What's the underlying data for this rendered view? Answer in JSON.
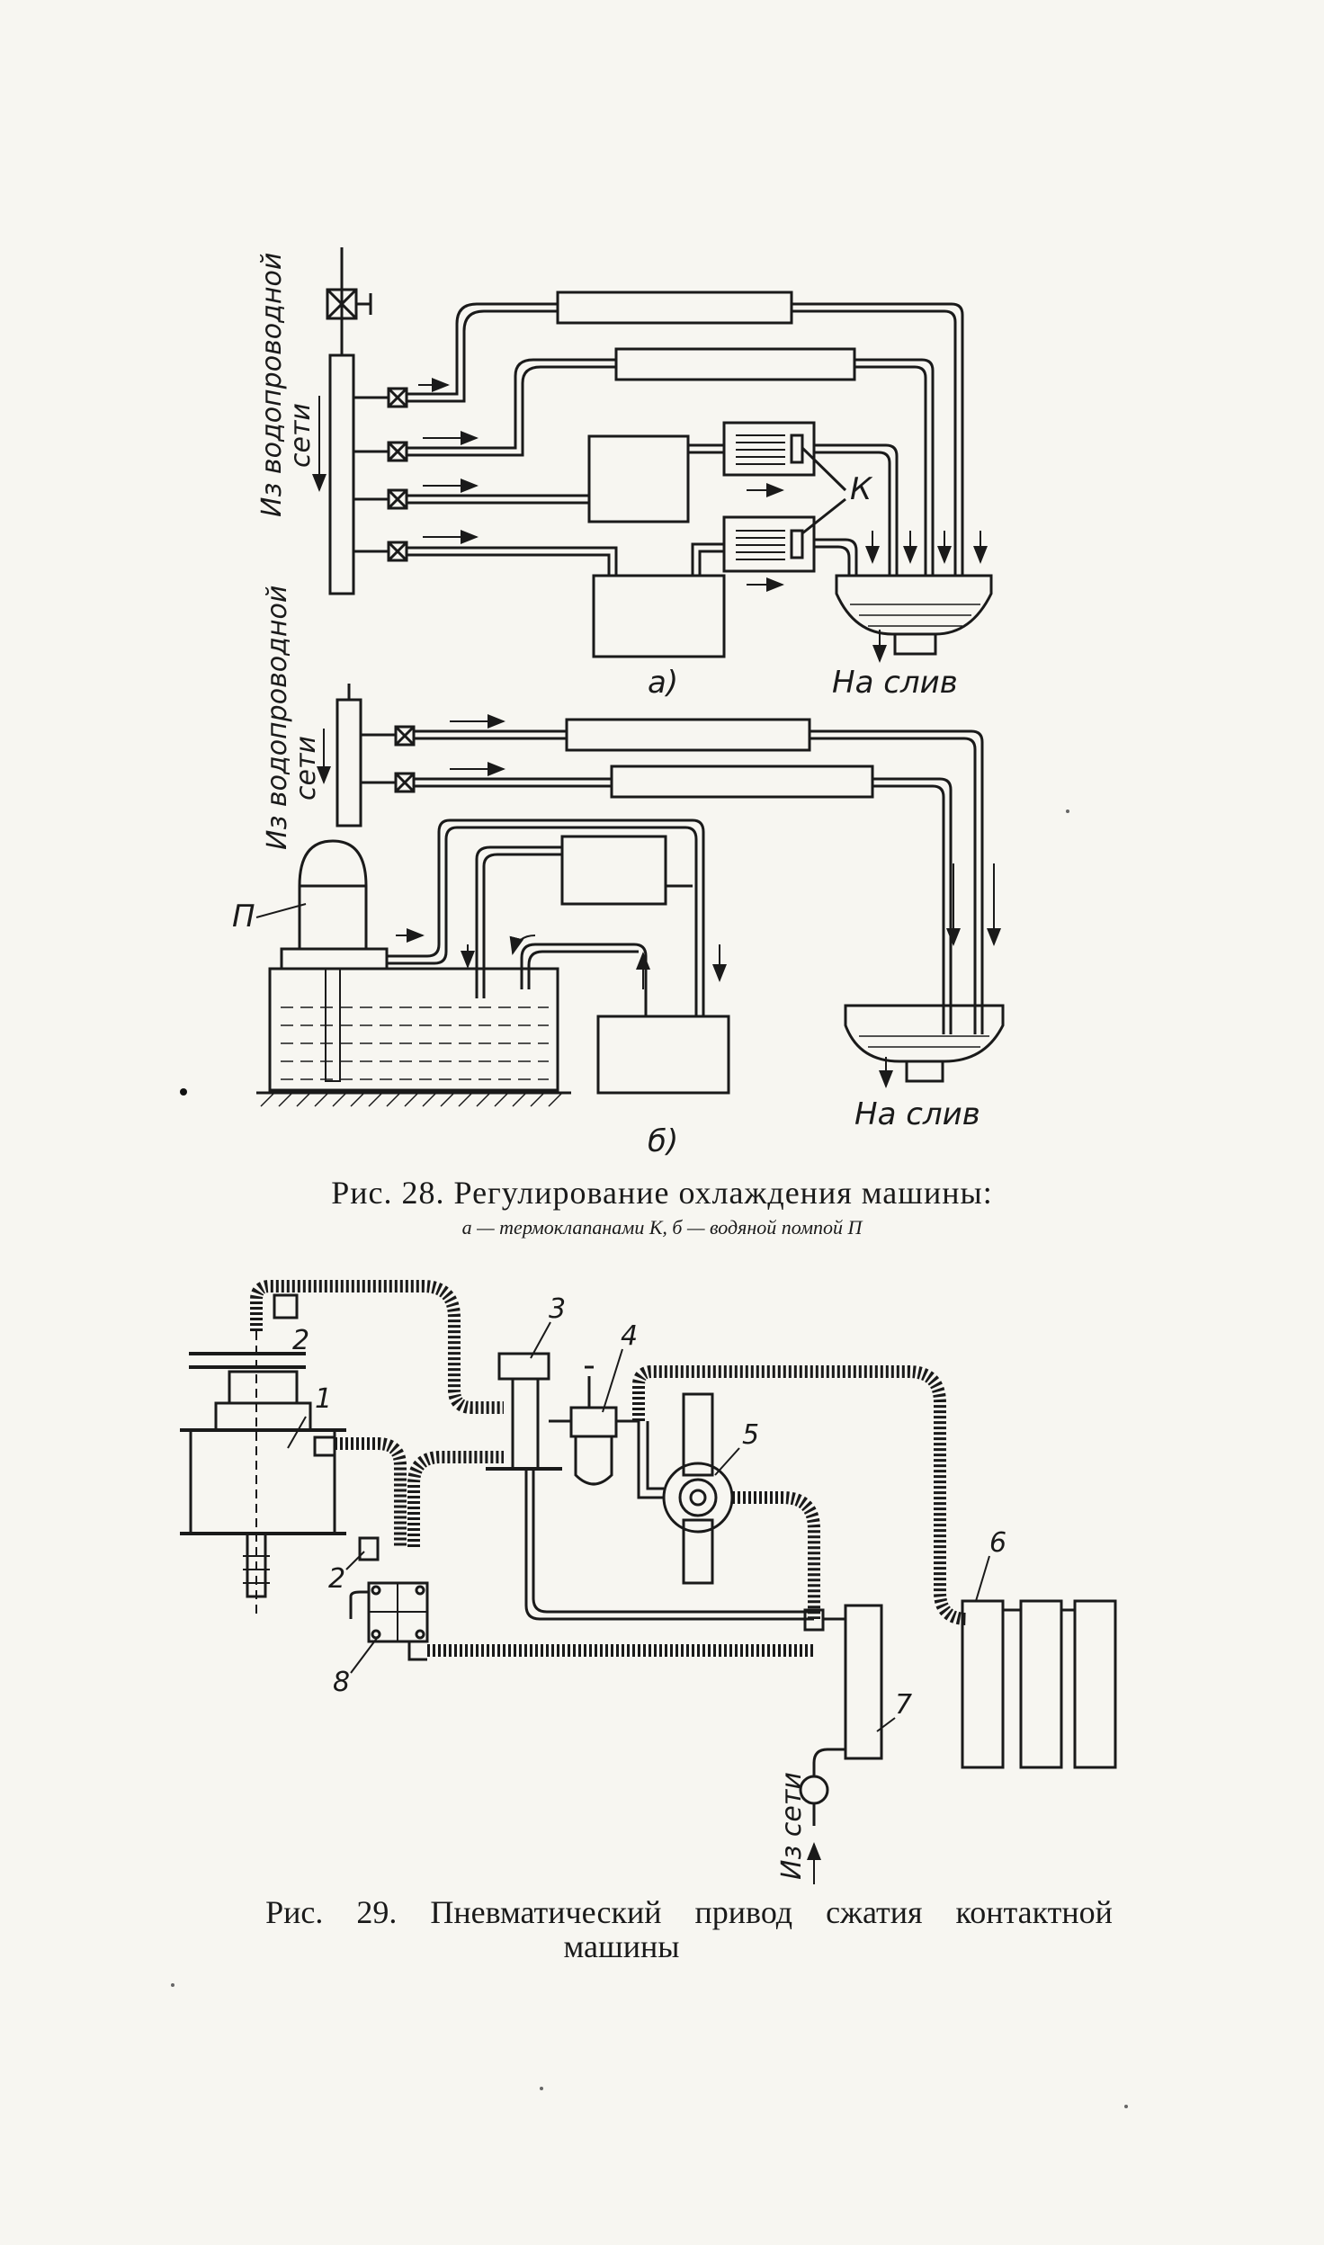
{
  "fig28": {
    "caption": "Рис. 28. Регулирование охлаждения машины:",
    "subcaption": "а — термоклапанами К, б — водяной помпой П",
    "part_a": {
      "source_line1": "Из водопроводной",
      "source_line2": "сети",
      "valve_label": "К",
      "drain": "На слив",
      "part_label": "а)"
    },
    "part_b": {
      "source_line1": "Из водопроводной",
      "source_line2": "сети",
      "pump_label": "П",
      "drain": "На слив",
      "part_label": "б)"
    }
  },
  "fig29": {
    "caption_line1": "Рис. 29. Пневматический привод сжатия контактной",
    "caption_line2": "машины",
    "network_label": "Из сети",
    "numbers": [
      "1",
      "2",
      "2",
      "3",
      "4",
      "5",
      "6",
      "7",
      "8"
    ]
  },
  "colors": {
    "ink": "#1a1a1a",
    "paper": "#f7f6f1"
  }
}
